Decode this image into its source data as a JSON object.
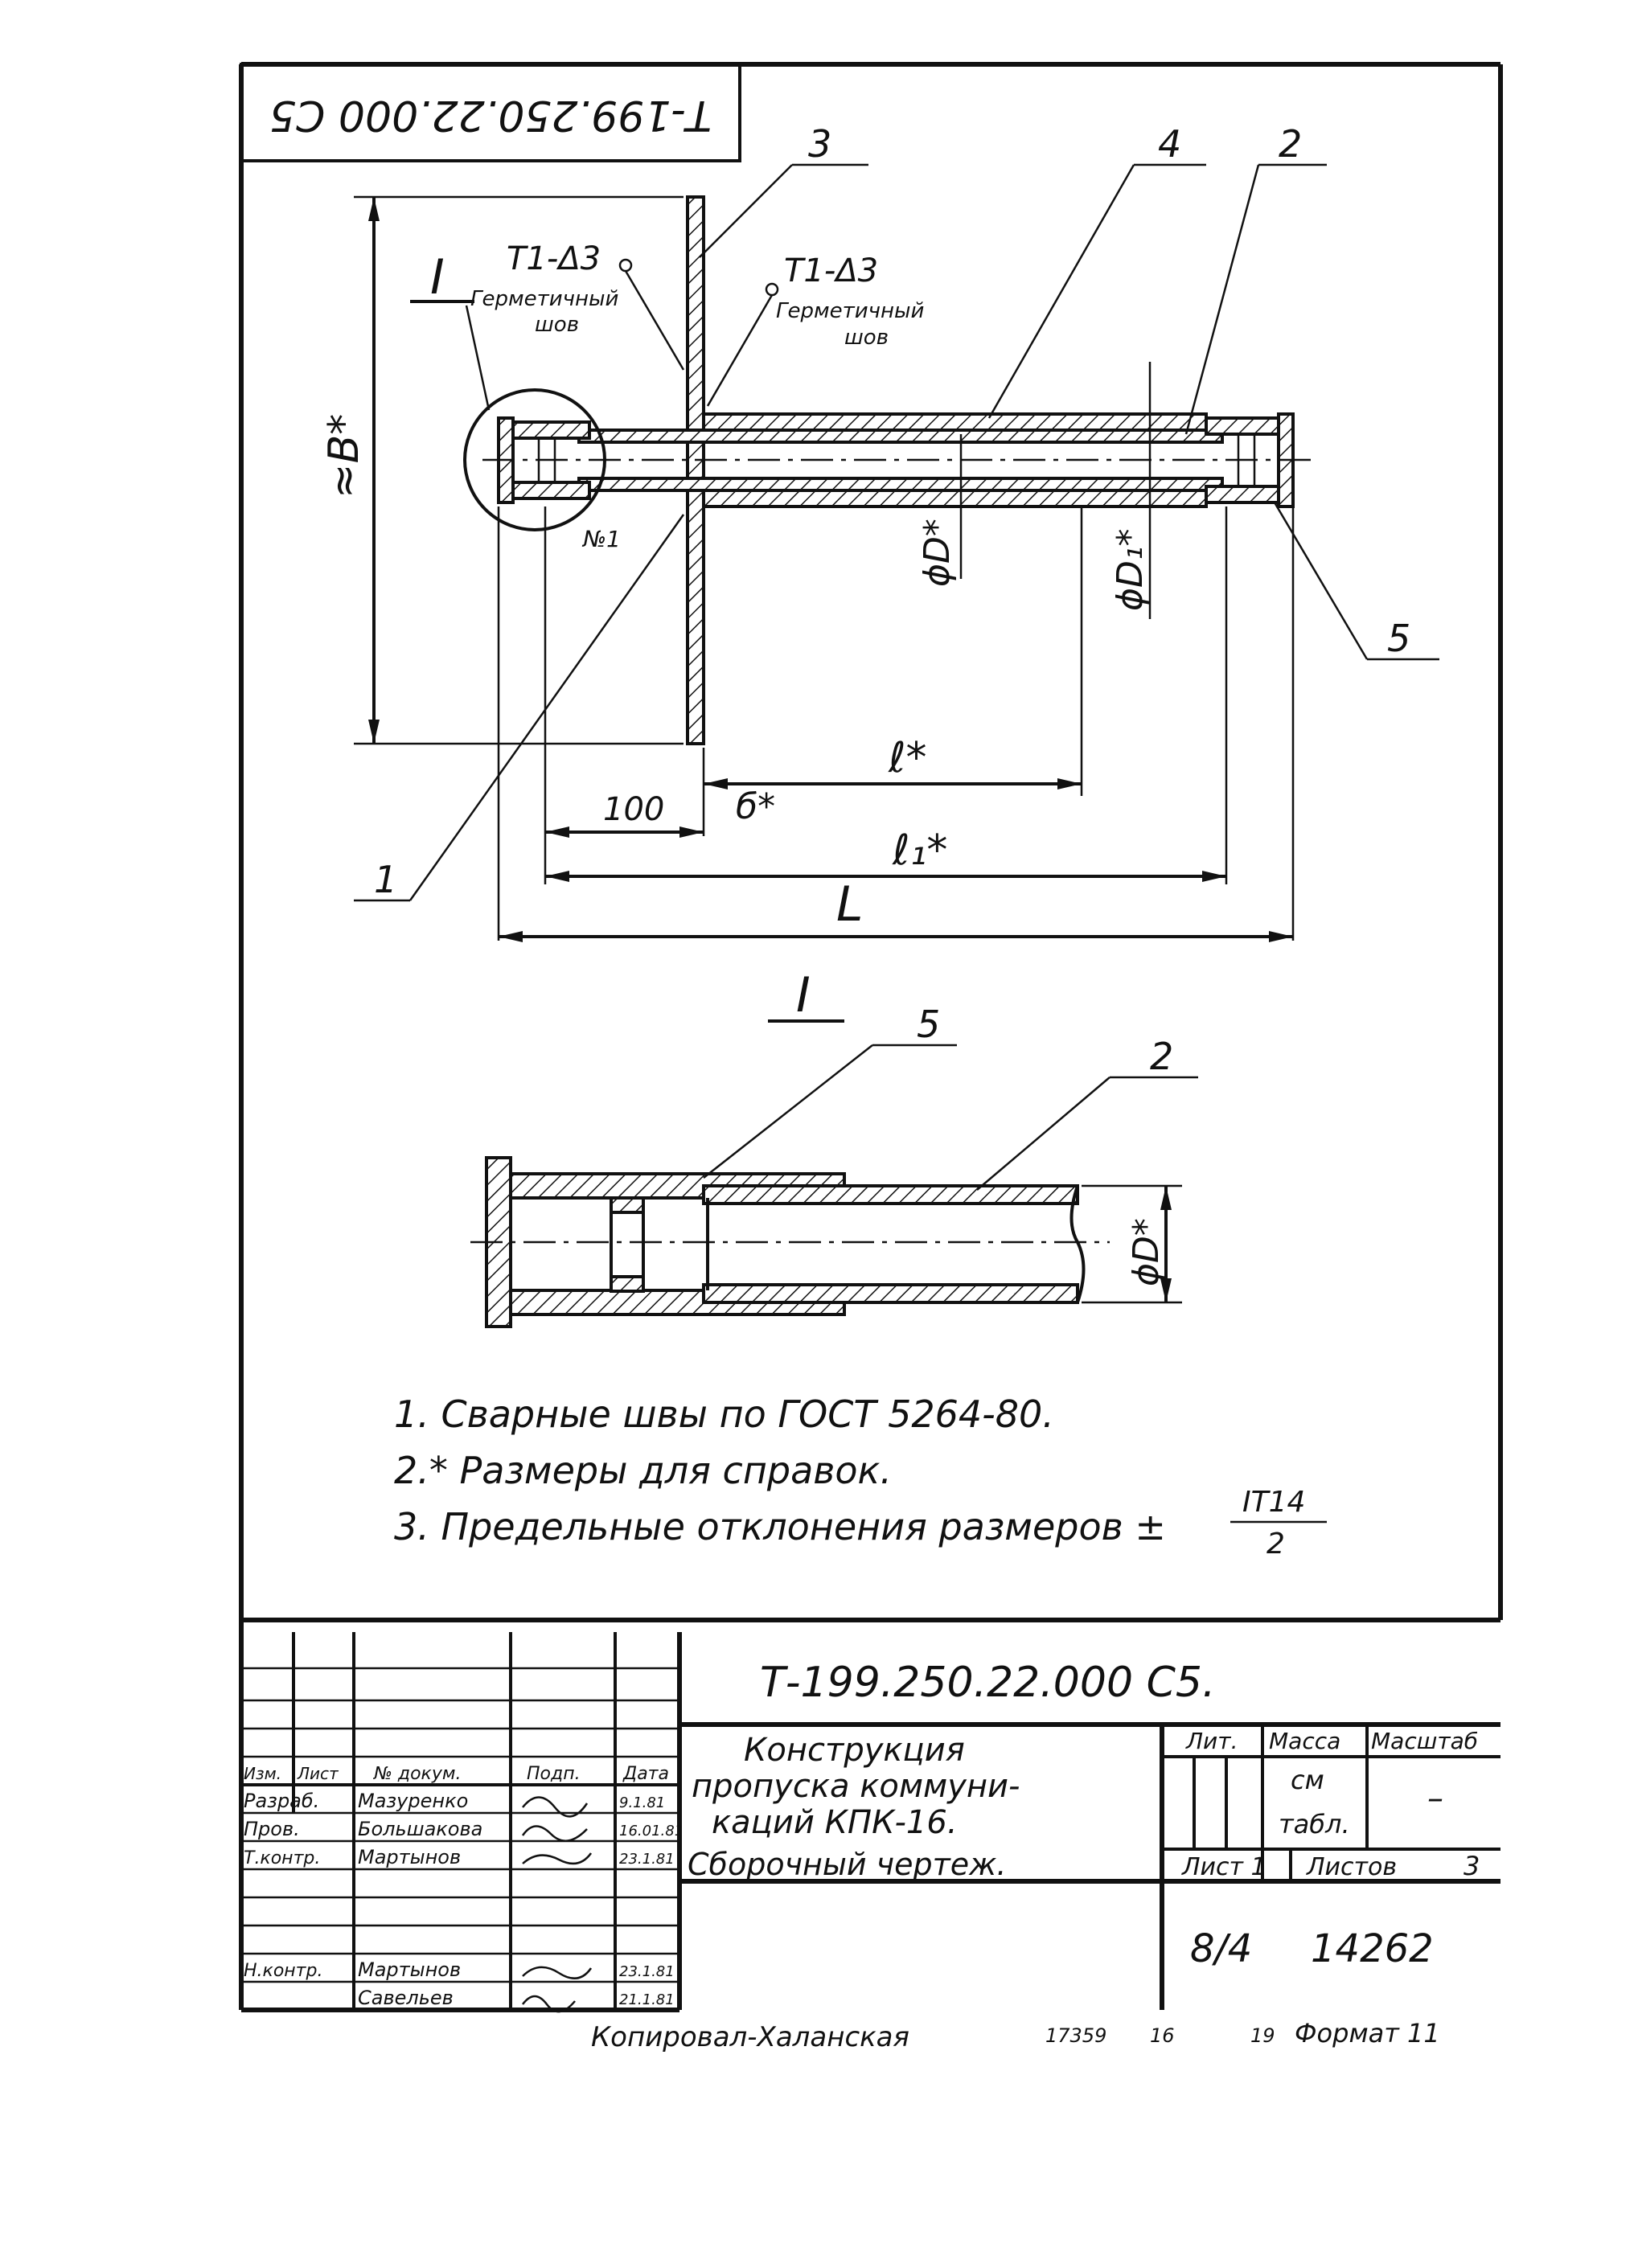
{
  "stamp_corner_rotated": "Т-199.250.22.000 С5",
  "main_view": {
    "callouts": [
      "3",
      "4",
      "2",
      "1",
      "5"
    ],
    "weld_left": {
      "symbol": "Т1-Δ3",
      "label_line1": "Герметичный",
      "label_line2": "шов"
    },
    "weld_right": {
      "symbol": "Т1-Δ3",
      "label_line1": "Герметичный",
      "label_line2": "шов"
    },
    "section_mark": "I",
    "item_mark": "№1",
    "dim_height": "≈В*",
    "dim_D": "ϕD*",
    "dim_D1": "ϕD₁*",
    "dim_l": "ℓ*",
    "dim_100": "100",
    "dim_b": "б*",
    "dim_l1": "ℓ₁*",
    "dim_L": "L"
  },
  "detail_view": {
    "title": "I",
    "callouts": [
      "5",
      "2"
    ],
    "dim_D": "ϕD*"
  },
  "notes": [
    "1. Сварные швы по ГОСТ 5264-80.",
    "2.* Размеры для справок.",
    "3. Предельные отклонения размеров ±"
  ],
  "note3_fraction": {
    "numerator": "IT14",
    "denominator": "2"
  },
  "title_block": {
    "designation": "Т-199.250.22.000 С5.",
    "name_line1": "Конструкция",
    "name_line2": "пропуска комму­ни-",
    "name_line3": "каций КПК-16.",
    "doc_type": "Сборочный чертеж.",
    "col_headers": [
      "Изм.",
      "Лист",
      "№ докум.",
      "Подп.",
      "Дата"
    ],
    "roles": [
      {
        "role": "Разраб.",
        "name": "Мазуренко",
        "date": "9.1.81"
      },
      {
        "role": "Пров.",
        "name": "Большакова",
        "date": "16.01.81"
      },
      {
        "role": "Т.контр.",
        "name": "Мартынов",
        "date": "23.1.81"
      },
      {
        "role": "Н.контр.",
        "name": "Мартынов",
        "date": "23.1.81"
      },
      {
        "role": "",
        "name": "Савельев",
        "date": "21.1.81"
      }
    ],
    "lit_header": "Лит.",
    "mass_header": "Масса",
    "scale_header": "Масштаб",
    "mass_value_line1": "см",
    "mass_value_line2": "табл.",
    "scale_value": "–",
    "sheet_label": "Лист 1",
    "sheets_label": "Листов",
    "sheets_value": "3",
    "org": "8/4",
    "org_number": "14262"
  },
  "footer": {
    "copied_by": "Копировал-Халанская",
    "order": "17359",
    "n1": "16",
    "n2": "19",
    "format": "Формат 11"
  }
}
